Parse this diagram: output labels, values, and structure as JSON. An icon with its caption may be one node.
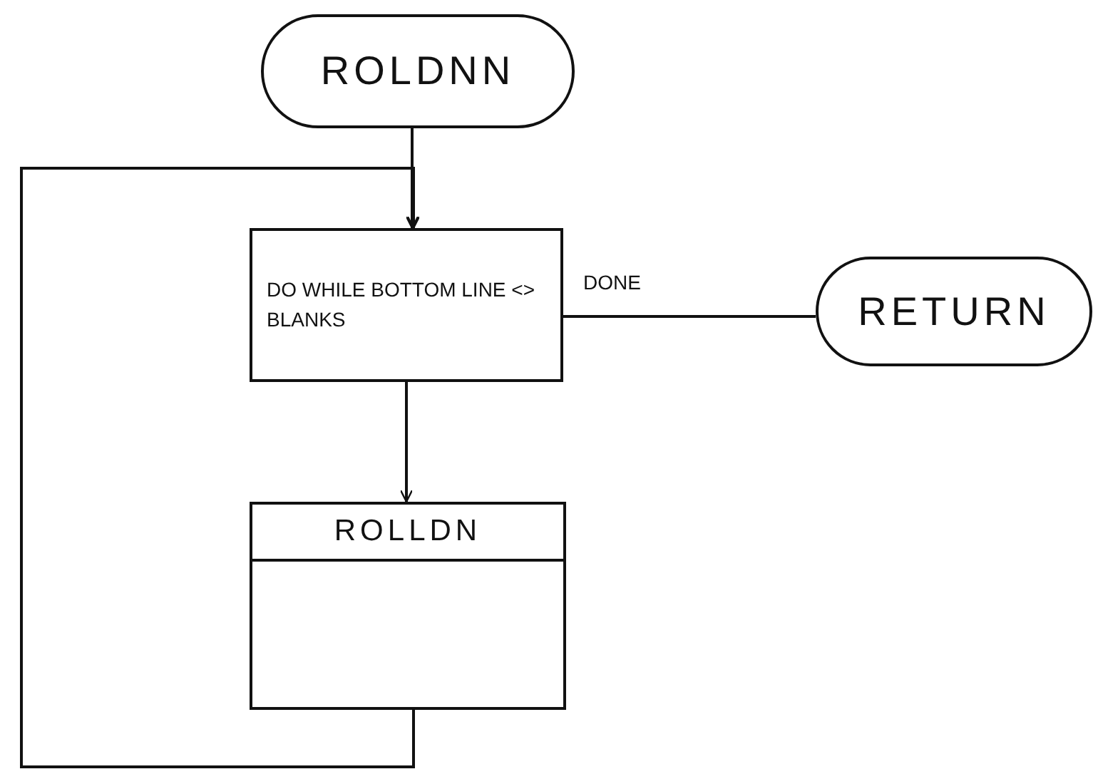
{
  "diagram": {
    "nodes": [
      {
        "text": [
          "ROLDNN"
        ]
      },
      {
        "text": [
          "DO WHILE BOTTOM LINE <> BLANKS"
        ]
      },
      {
        "text": [
          "RETURN"
        ]
      },
      {
        "text": [
          "ROLLDN"
        ]
      }
    ],
    "edges": [
      {
        "from": 0,
        "to": 1,
        "arrow": "to"
      },
      {
        "from": 1,
        "to": 2,
        "arrow": "none",
        "label": "DONE"
      },
      {
        "from": 1,
        "to": 3,
        "arrow": "to"
      },
      {
        "from": 3,
        "to": 1,
        "arrow": "to"
      }
    ]
  }
}
